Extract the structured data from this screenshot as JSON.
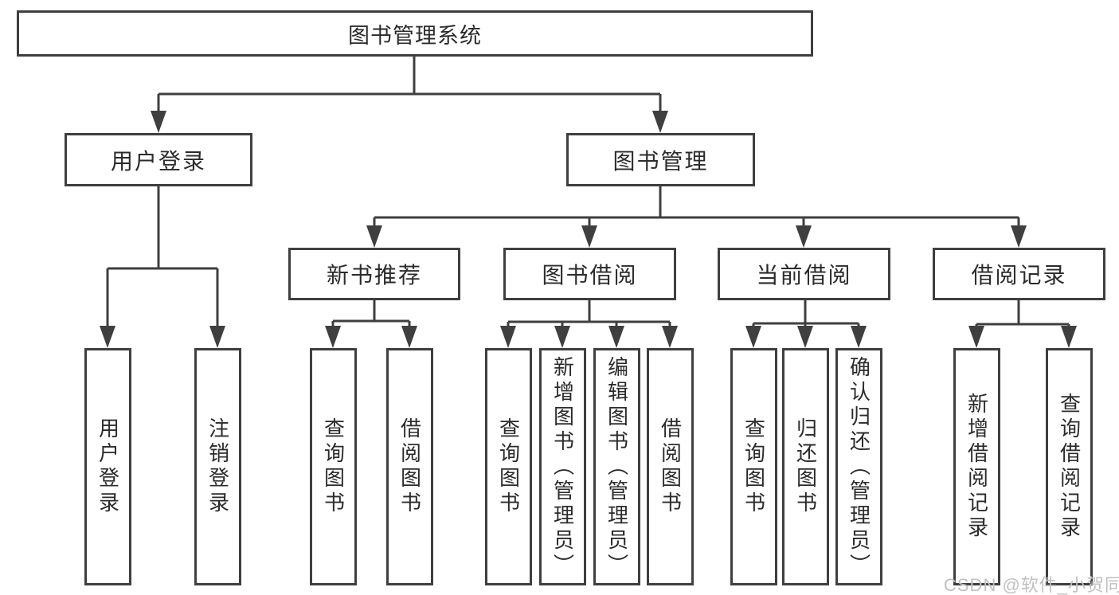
{
  "nodes": {
    "root": "图书管理系统",
    "user_login": "用户登录",
    "book_management": "图书管理",
    "new_book_recommend": "新书推荐",
    "book_borrow": "图书借阅",
    "current_borrow": "当前借阅",
    "borrow_records": "借阅记录",
    "leaf_user_login": "用户登录",
    "leaf_logout_login": "注销登录",
    "leaf_nb_query_books": "查询图书",
    "leaf_nb_borrow_books": "借阅图书",
    "leaf_bb_query_books": "查询图书",
    "leaf_bb_add_books": "新增图书（管理员）",
    "leaf_bb_edit_books": "编辑图书（管理员）",
    "leaf_bb_borrow_books": "借阅图书",
    "leaf_cb_query_books": "查询图书",
    "leaf_cb_return_books": "归还图书",
    "leaf_cb_confirm_return": "确认归还（管理员）",
    "leaf_br_add_record": "新增借阅记录",
    "leaf_br_query_record": "查询借阅记录"
  },
  "watermark": "CSDN @软件_小贺同学",
  "colors": {
    "line": "#3f3f3f",
    "text": "#2b2b2b",
    "watermark": "#c0c0c0",
    "background": "#ffffff"
  }
}
